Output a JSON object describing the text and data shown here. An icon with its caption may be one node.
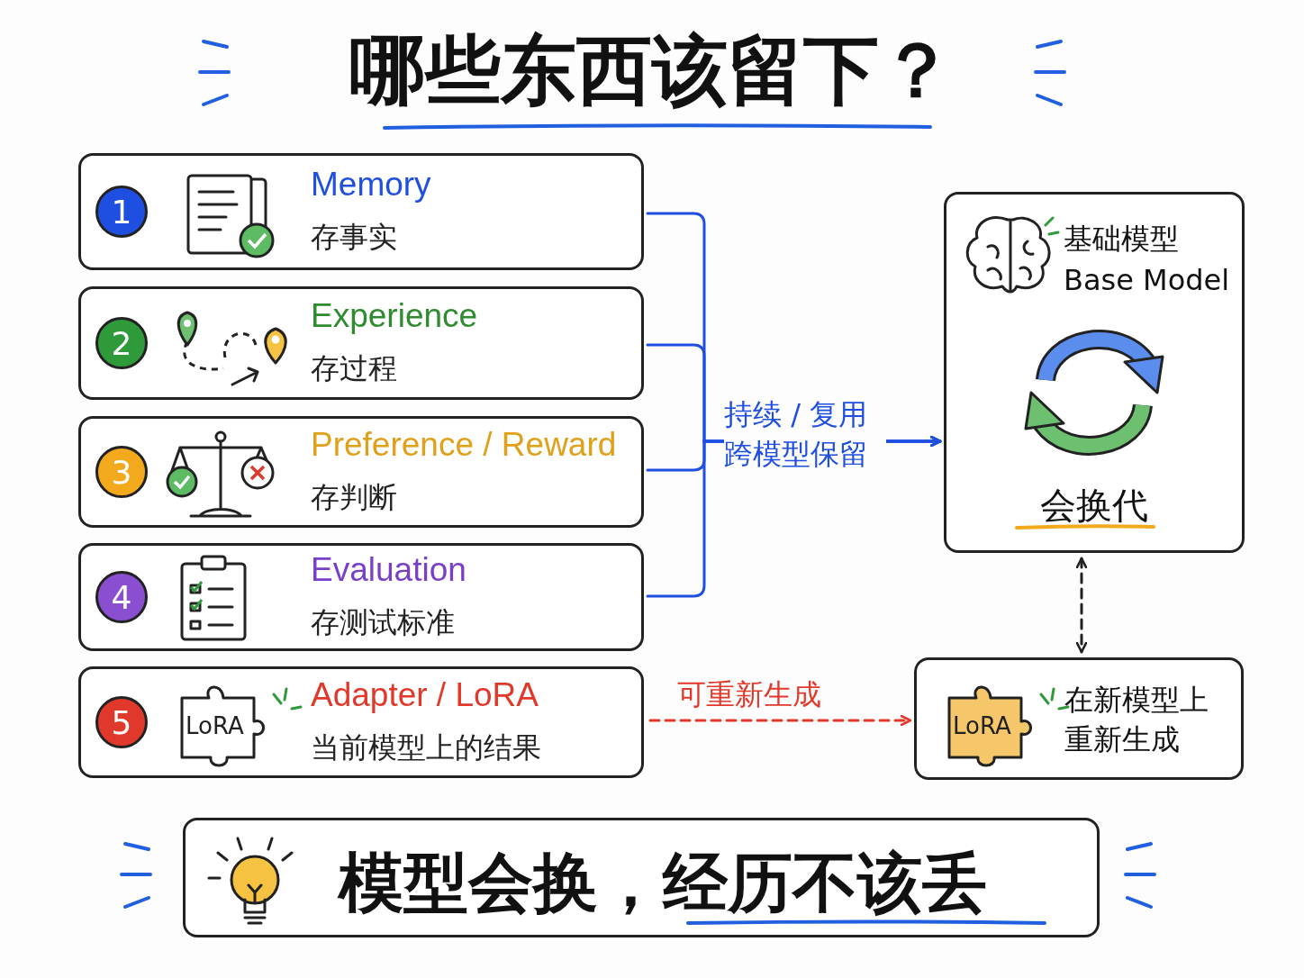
{
  "diagram": {
    "title": "哪些东西该留下？",
    "nodes": [
      {
        "text": [
          "Memory",
          "存事实"
        ]
      },
      {
        "text": [
          "1"
        ],
        "in": 0
      },
      {
        "text": [
          "Experience",
          "存过程"
        ]
      },
      {
        "text": [
          "2"
        ],
        "in": 2
      },
      {
        "text": [
          "Preference / Reward",
          "存判断"
        ]
      },
      {
        "text": [
          "3"
        ],
        "in": 4
      },
      {
        "text": [
          "Evaluation",
          "存测试标准"
        ]
      },
      {
        "text": [
          "4"
        ],
        "in": 6
      },
      {
        "text": [
          "Adapter / LoRA",
          "当前模型上的结果"
        ]
      },
      {
        "text": [
          "5"
        ],
        "in": 8
      },
      {
        "text": [
          "基础模型 Base Model",
          "会换代"
        ]
      },
      {
        "text": [
          "在新模型上重新生成"
        ]
      },
      {
        "text": [
          "模型会换，经历不该丢"
        ]
      }
    ],
    "edges": [
      {
        "from": 0,
        "to": 10,
        "arrow": "to",
        "label": "持续 / 复用跨模型保留",
        "color": "#1f4fe0"
      },
      {
        "from": 2,
        "to": 10,
        "arrow": "to",
        "color": "#1f4fe0"
      },
      {
        "from": 4,
        "to": 10,
        "arrow": "to",
        "color": "#1f4fe0"
      },
      {
        "from": 6,
        "to": 10,
        "arrow": "to",
        "color": "#1f4fe0"
      },
      {
        "from": 8,
        "to": 11,
        "arrow": "to",
        "label": "可重新生成",
        "style": "dashed",
        "color": "#e0392b"
      },
      {
        "from": 10,
        "to": 11,
        "arrow": "both",
        "style": "dashed",
        "color": "#222222"
      }
    ],
    "labels": [
      "LoRA",
      "LoRA"
    ]
  }
}
